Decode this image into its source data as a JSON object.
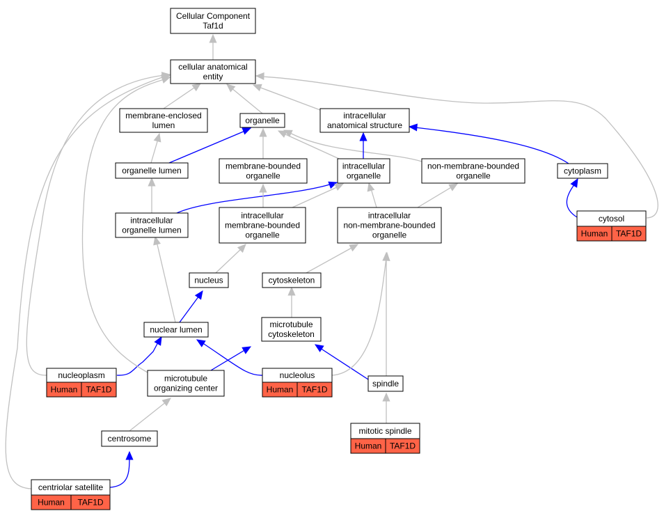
{
  "colors": {
    "is_a_edge": "#c0c0c0",
    "part_of_edge": "#0000ff",
    "annotation_fill": "#ff6347",
    "node_border": "#000000"
  },
  "nodes": [
    {
      "id": "root",
      "lines": [
        "Cellular Component",
        "Taf1d"
      ]
    },
    {
      "id": "cae",
      "lines": [
        "cellular anatomical",
        "entity"
      ]
    },
    {
      "id": "mel",
      "lines": [
        "membrane-enclosed",
        "lumen"
      ]
    },
    {
      "id": "organelle",
      "lines": [
        "organelle"
      ]
    },
    {
      "id": "ias",
      "lines": [
        "intracellular",
        "anatomical structure"
      ]
    },
    {
      "id": "ol",
      "lines": [
        "organelle lumen"
      ]
    },
    {
      "id": "mbo",
      "lines": [
        "membrane-bounded",
        "organelle"
      ]
    },
    {
      "id": "io",
      "lines": [
        "intracellular",
        "organelle"
      ]
    },
    {
      "id": "nmbo",
      "lines": [
        "non-membrane-bounded",
        "organelle"
      ]
    },
    {
      "id": "cytoplasm",
      "lines": [
        "cytoplasm"
      ]
    },
    {
      "id": "iol",
      "lines": [
        "intracellular",
        "organelle lumen"
      ]
    },
    {
      "id": "imbo",
      "lines": [
        "intracellular",
        "membrane-bounded",
        "organelle"
      ]
    },
    {
      "id": "inmbo",
      "lines": [
        "intracellular",
        "non-membrane-bounded",
        "organelle"
      ]
    },
    {
      "id": "cytosol",
      "lines": [
        "cytosol"
      ],
      "annotation": [
        "Human",
        "TAF1D"
      ]
    },
    {
      "id": "nucleus",
      "lines": [
        "nucleus"
      ]
    },
    {
      "id": "cytoskeleton",
      "lines": [
        "cytoskeleton"
      ]
    },
    {
      "id": "nl",
      "lines": [
        "nuclear lumen"
      ]
    },
    {
      "id": "mtc",
      "lines": [
        "microtubule",
        "cytoskeleton"
      ]
    },
    {
      "id": "nucleoplasm",
      "lines": [
        "nucleoplasm"
      ],
      "annotation": [
        "Human",
        "TAF1D"
      ]
    },
    {
      "id": "mtoc",
      "lines": [
        "microtubule",
        "organizing center"
      ]
    },
    {
      "id": "nucleolus",
      "lines": [
        "nucleolus"
      ],
      "annotation": [
        "Human",
        "TAF1D"
      ]
    },
    {
      "id": "spindle",
      "lines": [
        "spindle"
      ]
    },
    {
      "id": "centrosome",
      "lines": [
        "centrosome"
      ]
    },
    {
      "id": "ms",
      "lines": [
        "mitotic spindle"
      ],
      "annotation": [
        "Human",
        "TAF1D"
      ]
    },
    {
      "id": "cs",
      "lines": [
        "centriolar satellite"
      ],
      "annotation": [
        "Human",
        "TAF1D"
      ]
    }
  ]
}
